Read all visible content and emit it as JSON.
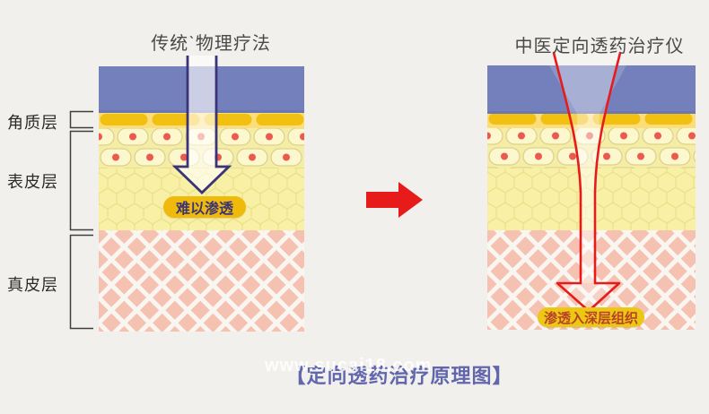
{
  "left_panel": {
    "title": "传统ˋ物理疗法",
    "result_label": "难以渗透"
  },
  "right_panel": {
    "title": "中医定向透药治疗仪",
    "result_label": "渗透入深层组织"
  },
  "skin_layers": [
    {
      "name": "角质层"
    },
    {
      "name": "表皮层"
    },
    {
      "name": "真皮层"
    }
  ],
  "caption": "【定向透药治疗原理图】",
  "watermark": "www.sucai18.com",
  "colors": {
    "accent_red": "#e81b1b",
    "arrow_navy": "#3b3478",
    "pill_gold": "#f0ba0d",
    "pill_gold2": "#ecc714",
    "pill_text_navy": "#3a3477",
    "pill_text_red": "#b8432a",
    "caption_blue": "#6267ad",
    "layer_blue": "#7480bc",
    "gold_band": "#f2c011"
  }
}
